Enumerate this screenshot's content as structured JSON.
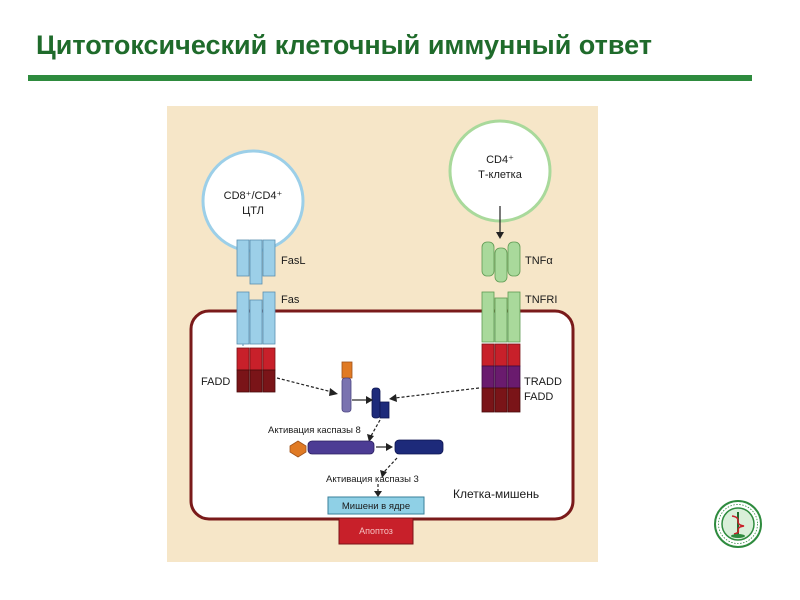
{
  "title": "Цитотоксический клеточный иммунный ответ",
  "diagram": {
    "ctl_line1": "CD8⁺/CD4⁺",
    "ctl_line2": "ЦТЛ",
    "tcell_line1": "CD4⁺",
    "tcell_line2": "Т-клетка",
    "fasl": "FasL",
    "fas": "Fas",
    "fadd_left": "FADD",
    "tnfa": "TNFα",
    "tnfri": "TNFRI",
    "tradd": "TRADD",
    "fadd_right": "FADD",
    "caspase8": "Активация каспазы 8",
    "caspase3": "Активация каспазы 3",
    "nucleus_targets": "Мишени в ядре",
    "apoptosis": "Апоптоз",
    "target_cell": "Клетка-мишень"
  },
  "colors": {
    "title": "#1f6b2b",
    "rule": "#2e8b3e",
    "panel": "#f6e6c8",
    "cell_membrane": "#7a1a1a",
    "light_blue": "#9ccfe8",
    "light_green": "#a9d99b",
    "red": "#c8202a",
    "dark_red": "#7a1418",
    "purple": "#6a1b6e",
    "navy": "#1d2a7a",
    "orange": "#e07a24",
    "apoptosis": "#c8202a"
  },
  "logo": {
    "icon": "medical-emblem-icon"
  }
}
